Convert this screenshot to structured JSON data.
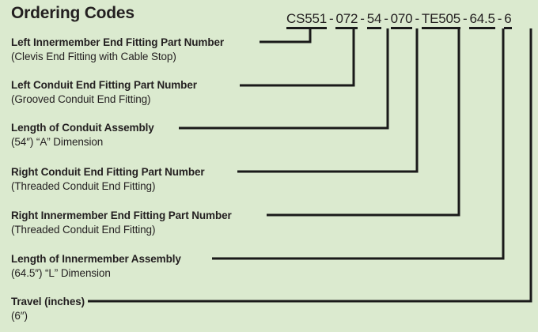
{
  "page": {
    "title": "Ordering Codes",
    "background_color": "#dbeacf",
    "ink_color": "#231f20"
  },
  "code_string": {
    "full": "CS551 - 072 - 54 - 070 - TE505 - 64.5 - 6",
    "separator": "-",
    "segments": [
      {
        "value": "CS551",
        "underlined": true
      },
      {
        "value": "072",
        "underlined": true
      },
      {
        "value": "54",
        "underlined": true
      },
      {
        "value": "070",
        "underlined": true
      },
      {
        "value": "TE505",
        "underlined": true
      },
      {
        "value": "64.5",
        "underlined": true
      },
      {
        "value": "6",
        "underlined": true
      }
    ]
  },
  "rows": [
    {
      "title": "Left Innermember End Fitting Part Number",
      "subtitle": "(Clevis End Fitting with Cable Stop)",
      "code": "CS551"
    },
    {
      "title": "Left Conduit End Fitting Part Number",
      "subtitle": "(Grooved Conduit End Fitting)",
      "code": "072"
    },
    {
      "title": "Length of Conduit Assembly",
      "subtitle": "(54″) “A” Dimension",
      "code": "54"
    },
    {
      "title": "Right Conduit End Fitting Part Number",
      "subtitle": "(Threaded Conduit End Fitting)",
      "code": "070"
    },
    {
      "title": "Right Innermember End Fitting Part Number",
      "subtitle": "(Threaded Conduit End Fitting)",
      "code": "TE505"
    },
    {
      "title": "Length of Innermember Assembly",
      "subtitle": "(64.5″) “L” Dimension",
      "code": "64.5"
    },
    {
      "title": "Travel (inches)",
      "subtitle": "(6″)",
      "code": "6"
    }
  ]
}
